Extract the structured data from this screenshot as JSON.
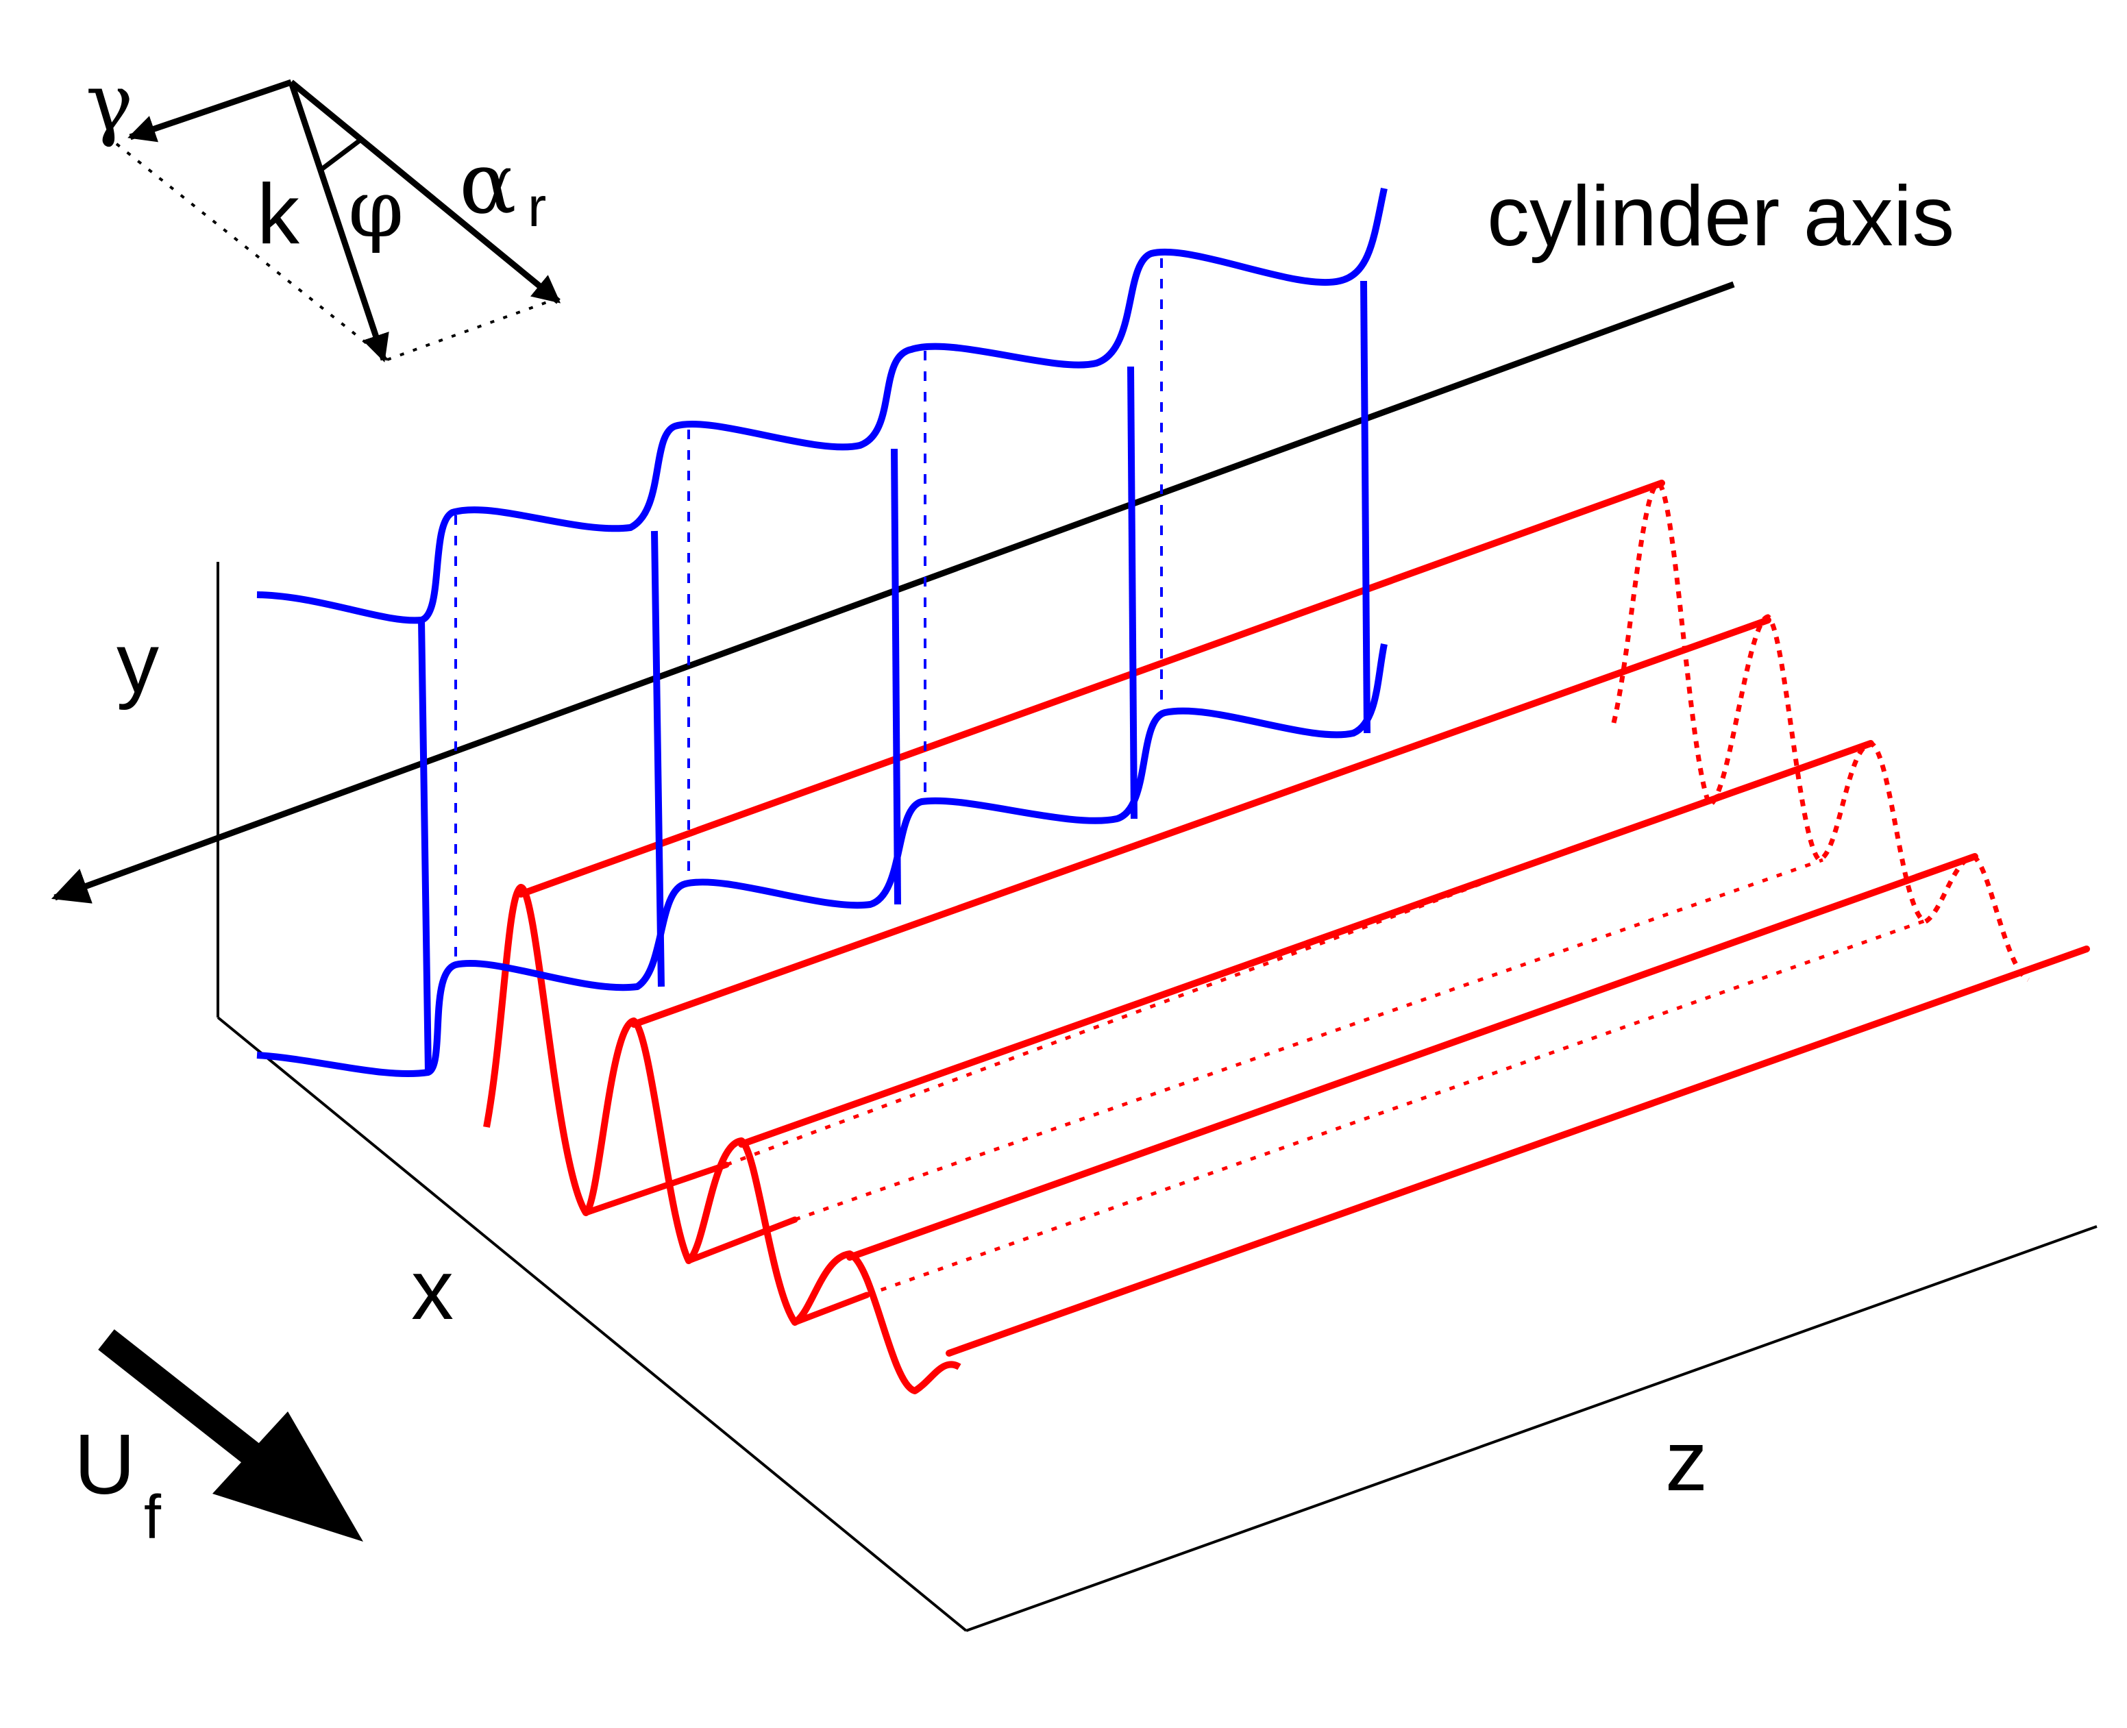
{
  "labels": {
    "cylinder_axis": "cylinder axis",
    "x": "x",
    "y": "y",
    "z": "z",
    "flow_base": "U",
    "flow_sub": "f",
    "k": "k",
    "gamma": "γ",
    "phi": "φ",
    "alpha_base": "α",
    "alpha_sub": "r"
  },
  "colors": {
    "cylinder_wake": "#0000ff",
    "wall_waves": "#ff0000",
    "axis": "#000000"
  }
}
